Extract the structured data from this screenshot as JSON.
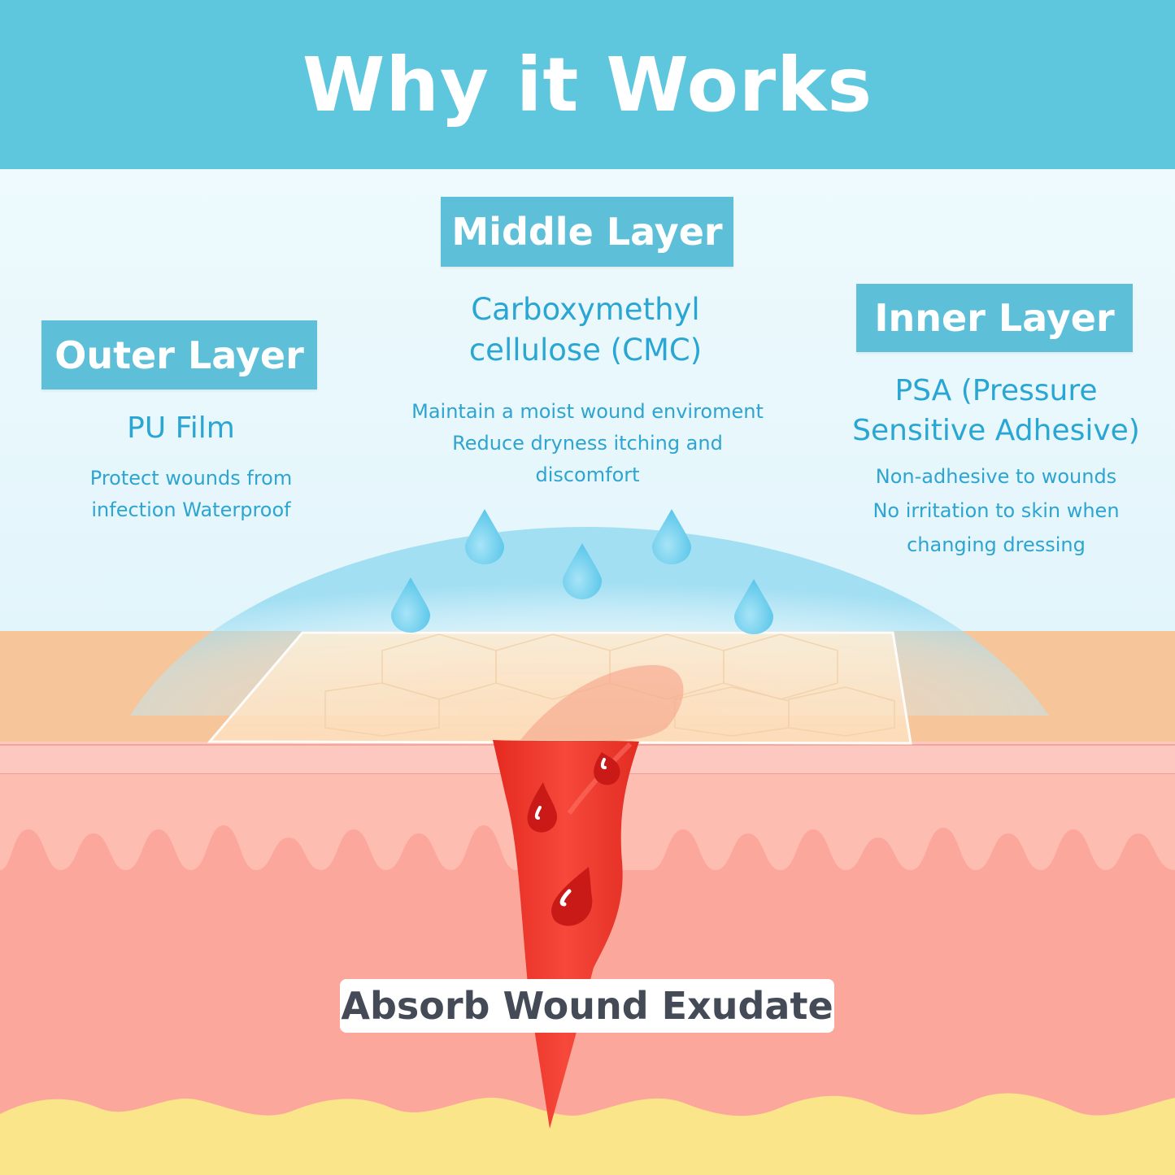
{
  "title": "Why it Works",
  "layers": {
    "outer": {
      "label": "Outer Layer",
      "material": "PU Film",
      "description_lines": [
        "Protect wounds from",
        "infection Waterproof"
      ]
    },
    "middle": {
      "label": "Middle Layer",
      "material_lines": [
        "Carboxymethyl",
        "cellulose (CMC)"
      ],
      "description_lines": [
        "Maintain a moist wound enviroment",
        "Reduce dryness itching and",
        "discomfort"
      ]
    },
    "inner": {
      "label": "Inner Layer",
      "material_lines": [
        "PSA (Pressure",
        "Sensitive Adhesive)"
      ],
      "description_lines": [
        "Non-adhesive to wounds",
        "No irritation to skin when",
        "changing dressing"
      ]
    }
  },
  "caption": "Absorb Wound Exudate",
  "colors": {
    "header": "#5ec7dd",
    "badge": "#5ec0d8",
    "accent_text": "#29a6d3",
    "skin_top": "#f6c59a",
    "dermis": "#fca79b",
    "fat": "#fbe58a",
    "blood": "#f03a2e",
    "water": "#7dd3ef"
  }
}
